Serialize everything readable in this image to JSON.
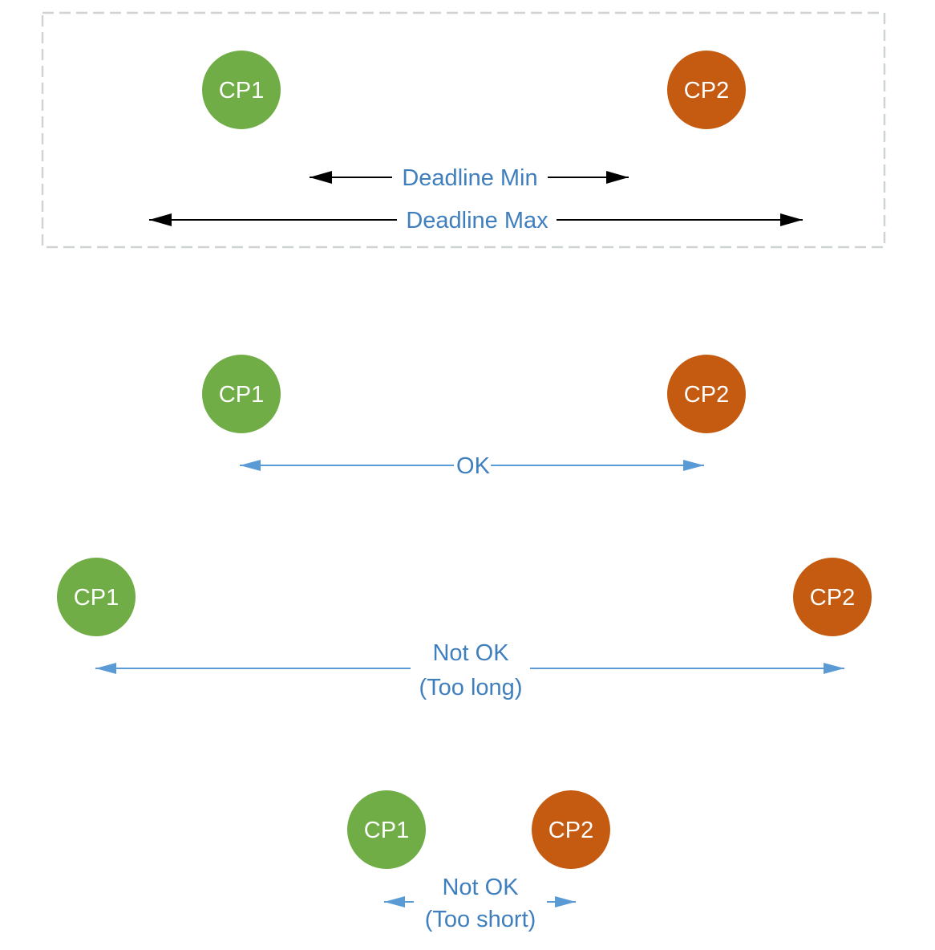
{
  "colors": {
    "cp1_fill": "#70ad47",
    "cp2_fill": "#c55a11",
    "legend_arrow": "#000000",
    "case_arrow": "#5b9bd5",
    "label_text": "#3f7fbd",
    "frame": "#d0d3d6"
  },
  "legend": {
    "cp1": "CP1",
    "cp2": "CP2",
    "deadline_min": "Deadline Min",
    "deadline_max": "Deadline Max"
  },
  "case_ok": {
    "cp1": "CP1",
    "cp2": "CP2",
    "label": "OK"
  },
  "case_too_long": {
    "cp1": "CP1",
    "cp2": "CP2",
    "label_line1": "Not OK",
    "label_line2": "(Too long)"
  },
  "case_too_short": {
    "cp1": "CP1",
    "cp2": "CP2",
    "label_line1": "Not OK",
    "label_line2": "(Too short)"
  }
}
